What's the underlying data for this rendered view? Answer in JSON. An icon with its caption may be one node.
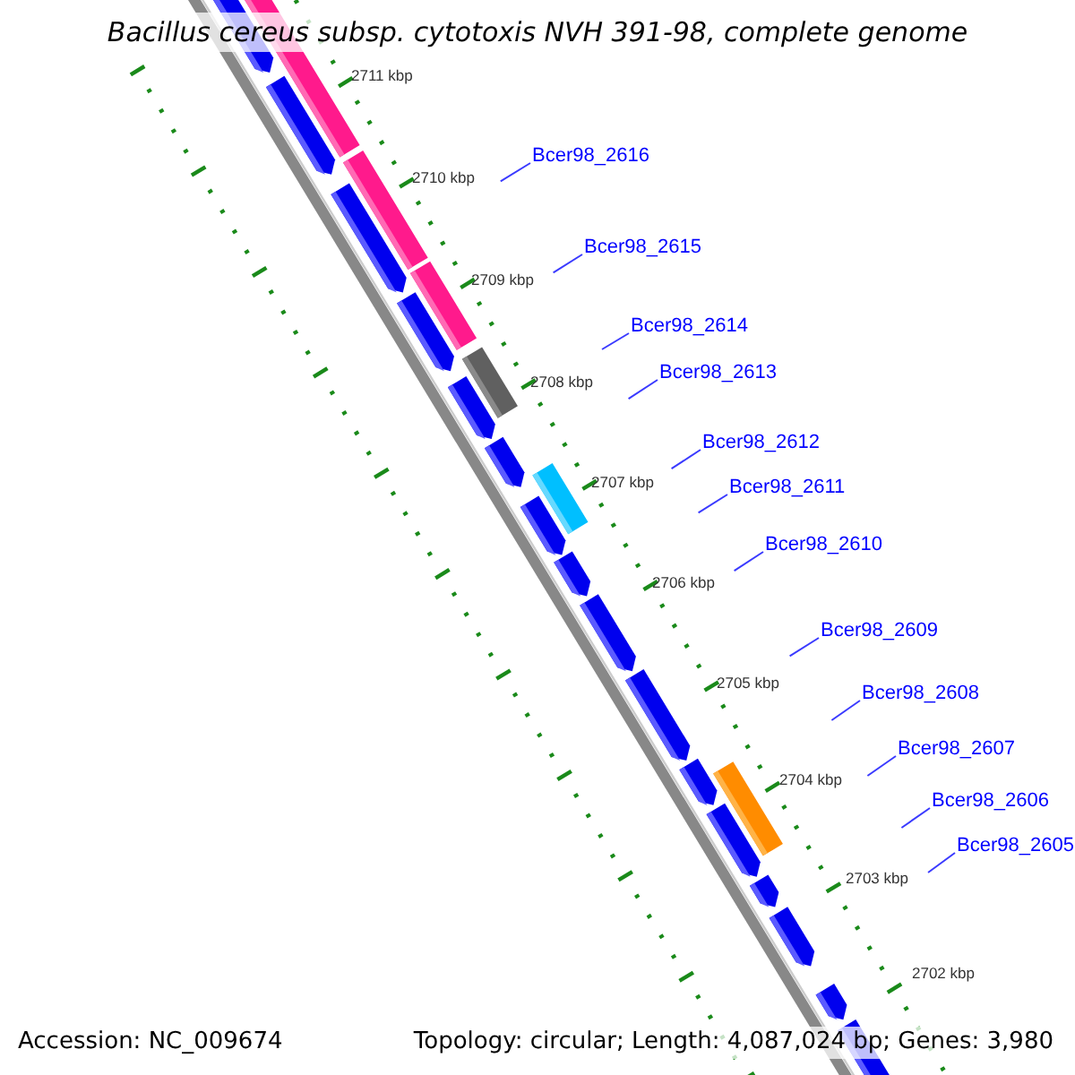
{
  "diagram": {
    "title": "Bacillus cereus subsp. cytotoxis NVH 391-98, complete genome",
    "nodes": [
      {
        "text": [
          "Bcer98_2616"
        ]
      },
      {
        "text": [
          "Bcer98_2615"
        ]
      },
      {
        "text": [
          "Bcer98_2614"
        ]
      },
      {
        "text": [
          "Bcer98_2613"
        ]
      },
      {
        "text": [
          "Bcer98_2612"
        ]
      },
      {
        "text": [
          "Bcer98_2611"
        ]
      },
      {
        "text": [
          "Bcer98_2610"
        ]
      },
      {
        "text": [
          "Bcer98_2609"
        ]
      },
      {
        "text": [
          "Bcer98_2608"
        ]
      },
      {
        "text": [
          "Bcer98_2607"
        ]
      },
      {
        "text": [
          "Bcer98_2606"
        ]
      },
      {
        "text": [
          "Bcer98_2605"
        ]
      }
    ],
    "edges": [
      {
        "from": 0,
        "to": null,
        "arrow": "none"
      },
      {
        "from": 1,
        "to": null,
        "arrow": "none"
      },
      {
        "from": 2,
        "to": null,
        "arrow": "none"
      },
      {
        "from": 3,
        "to": null,
        "arrow": "none"
      },
      {
        "from": 4,
        "to": null,
        "arrow": "none"
      },
      {
        "from": 5,
        "to": null,
        "arrow": "none"
      },
      {
        "from": 6,
        "to": null,
        "arrow": "none"
      },
      {
        "from": 7,
        "to": null,
        "arrow": "none"
      },
      {
        "from": 8,
        "to": null,
        "arrow": "none"
      },
      {
        "from": 9,
        "to": null,
        "arrow": "none"
      },
      {
        "from": 10,
        "to": null,
        "arrow": "none"
      },
      {
        "from": 11,
        "to": null,
        "arrow": "none"
      }
    ],
    "labels": [
      "2711 kbp",
      "2710 kbp",
      "2709 kbp",
      "2708 kbp",
      "2707 kbp",
      "2706 kbp",
      "2705 kbp",
      "2704 kbp",
      "2703 kbp",
      "2702 kbp",
      "Accession: NC_009674",
      "Topology: circular; Length: 4,087,024 bp; Genes: 3,980"
    ]
  }
}
